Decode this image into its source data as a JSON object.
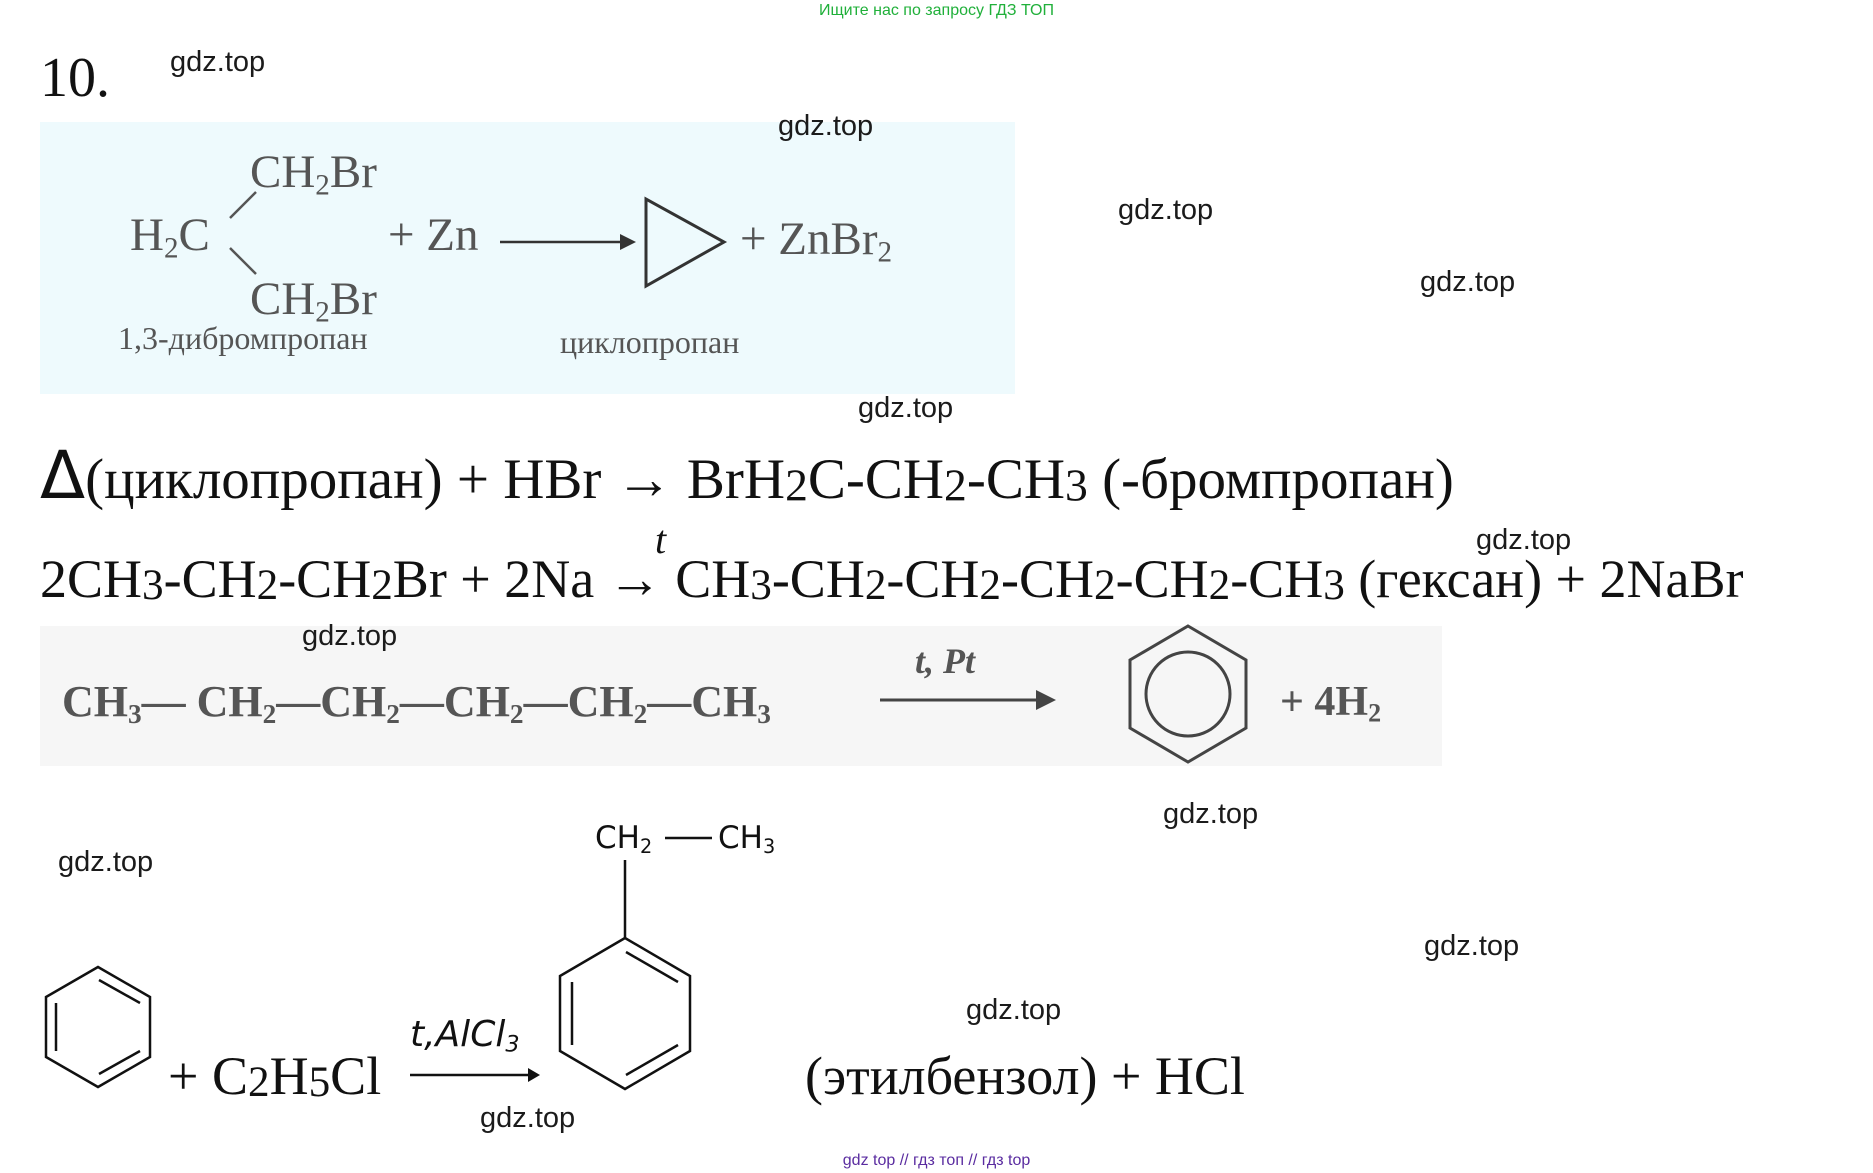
{
  "header": {
    "link_text": "Ищите нас по запросу ГДЗ ТОП"
  },
  "task": {
    "number": "10."
  },
  "watermark": "gdz.top",
  "reaction1": {
    "top_group": "CH",
    "top_sub": "2",
    "top_tail": "Br",
    "center": "H",
    "center_sub": "2",
    "center_tail": "C",
    "bottom_group": "CH",
    "bottom_sub": "2",
    "bottom_tail": "Br",
    "reagent": "+ Zn",
    "product_tail": "+ ZnBr",
    "product_sub": "2",
    "reactant_name": "1,3-дибромпропан",
    "product_name": "циклопропан"
  },
  "reaction2": {
    "symbol": "Δ",
    "text_a": "(циклопропан) + HBr → BrH",
    "sub_a": "2",
    "text_b": "C-CH",
    "sub_b": "2",
    "text_c": "-CH",
    "sub_c": "3",
    "text_d": " (-бромпропан)"
  },
  "reaction3": {
    "condition": "t",
    "p1": "2CH",
    "s1": "3",
    "p2": "-CH",
    "s2": "2",
    "p3": "-CH",
    "s3": "2",
    "p4": "Br + 2Na → CH",
    "s4": "3",
    "p5": "-CH",
    "s5": "2",
    "p6": "-CH",
    "s6": "2",
    "p7": "-CH",
    "s7": "2",
    "p8": "-CH",
    "s8": "2",
    "p9": "-CH",
    "s9": "3",
    "p10": " (гексан) + 2NaBr"
  },
  "reaction4": {
    "chain": [
      "CH",
      "3",
      "— CH",
      "2",
      "—CH",
      "2",
      "—CH",
      "2",
      "—CH",
      "2",
      "—CH",
      "3"
    ],
    "condition": "t, Pt",
    "product_tail": "+ 4H",
    "product_sub": "2"
  },
  "reaction5": {
    "subst_left": "CH",
    "subst_left_sub": "2",
    "subst_right": "CH",
    "subst_right_sub": "3",
    "reagent": "+ C",
    "r_sub1": "2",
    "r_mid": "H",
    "r_sub2": "5",
    "r_tail": "Cl",
    "condition": "t,AlCl",
    "condition_sub": "3",
    "product_text": "(этилбензол) + HCl"
  },
  "footer": {
    "link_text": "gdz top  //  гдз топ  //  гдз top"
  }
}
